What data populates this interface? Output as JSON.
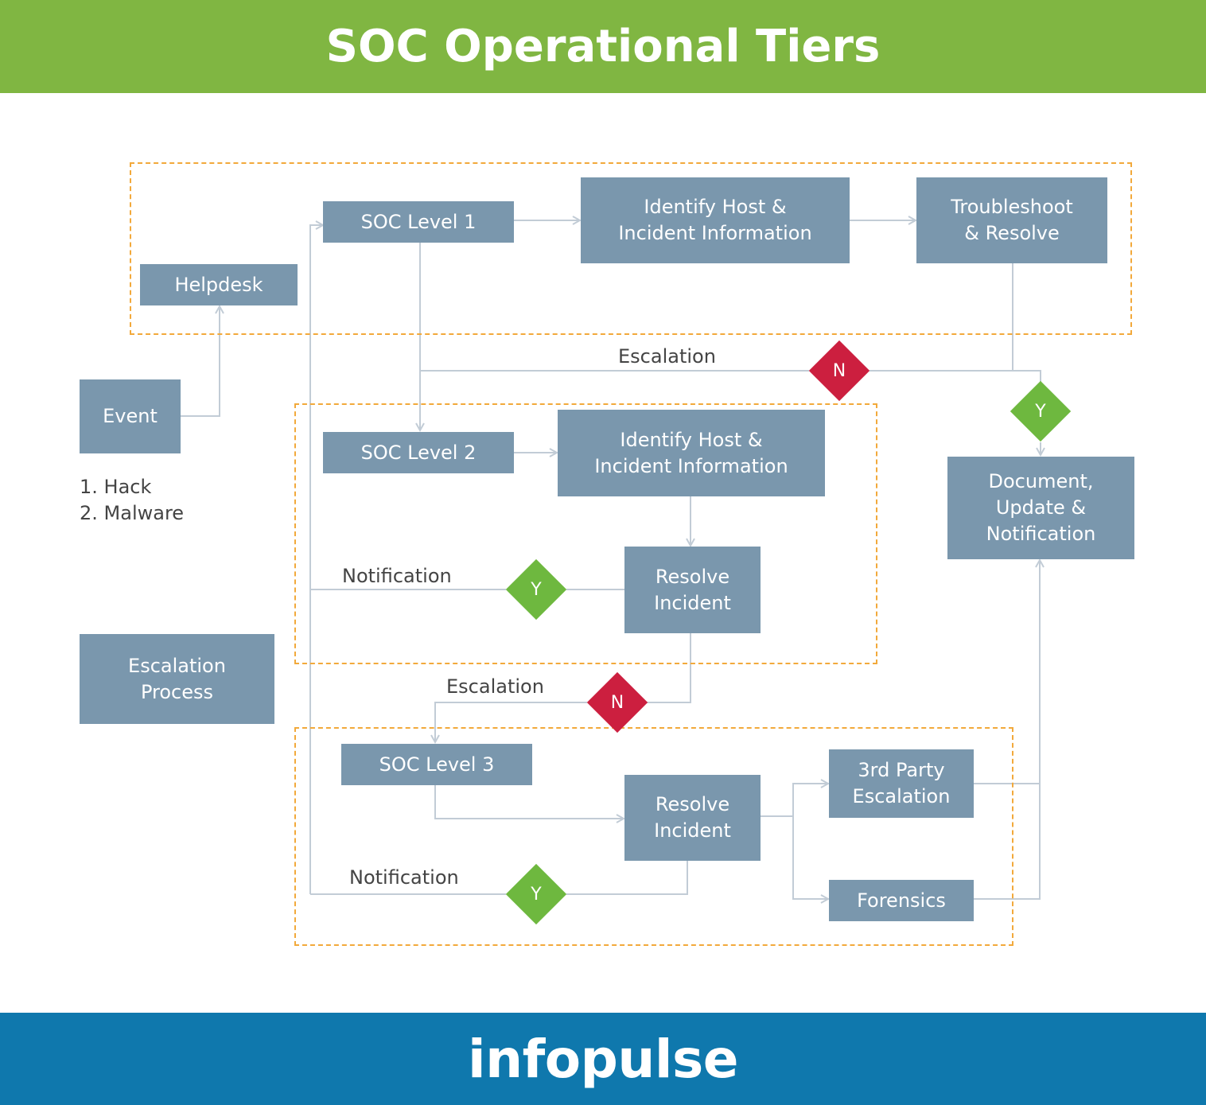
{
  "title": "SOC Operational Tiers",
  "brand": "infopulse",
  "colors": {
    "header_bg": "#80b642",
    "footer_bg": "#0f78ad",
    "box": "#7a97ad",
    "zone_border": "#f2a93b",
    "decision_no": "#cc1f3f",
    "decision_yes": "#6eb83f",
    "connector": "#c2ccd6"
  },
  "nodes": {
    "helpdesk": "Helpdesk",
    "event": "Event",
    "soc_level_1": "SOC Level 1",
    "identify_1": "Identify Host &\nIncident Information",
    "troubleshoot": "Troubleshoot\n& Resolve",
    "soc_level_2": "SOC Level 2",
    "identify_2": "Identify Host &\nIncident Information",
    "resolve_2": "Resolve\nIncident",
    "document": "Document,\nUpdate &\nNotification",
    "escalation_process": "Escalation\nProcess",
    "soc_level_3": "SOC Level 3",
    "resolve_3": "Resolve\nIncident",
    "third_party": "3rd Party\nEscalation",
    "forensics": "Forensics"
  },
  "event_types": [
    "1. Hack",
    "2. Malware"
  ],
  "labels": {
    "escalation_1": "Escalation",
    "escalation_2": "Escalation",
    "notification_1": "Notification",
    "notification_2": "Notification"
  },
  "decisions": {
    "no_1": "N",
    "yes_1": "Y",
    "yes_2": "Y",
    "no_2": "N",
    "yes_3": "Y"
  }
}
